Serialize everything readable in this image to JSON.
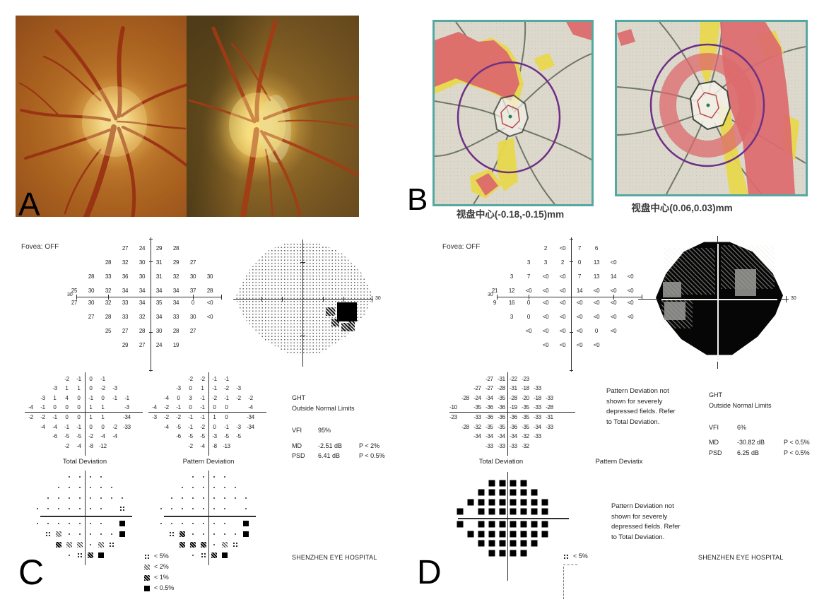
{
  "panels": {
    "A": {
      "label": "A",
      "description": "Color fundus photographs of right and left optic discs"
    },
    "B": {
      "label": "B",
      "caption_left": "视盘中心(-0.18,-0.15)mm",
      "caption_right": "视盘中心(0.06,0.03)mm",
      "description": "Optic disc topography / RNFL maps with red-yellow defect overlay"
    },
    "C": {
      "label": "C",
      "fovea": "Fovea: OFF",
      "axis_label": "30",
      "total_deviation_label": "Total Deviation",
      "pattern_deviation_label": "Pattern Deviation",
      "stats": {
        "ght_title": "GHT",
        "ght_result": "Outside Normal Limits",
        "vfi_label": "VFI",
        "vfi_value": "95%",
        "md_label": "MD",
        "md_value": "-2.51 dB",
        "md_p": "P < 2%",
        "psd_label": "PSD",
        "psd_value": "6.41 dB",
        "psd_p": "P < 0.5%"
      },
      "legend": [
        {
          "symbol": "four-dots",
          "label": "< 5%"
        },
        {
          "symbol": "light-hatch",
          "label": "< 2%"
        },
        {
          "symbol": "dark-hatch",
          "label": "< 1%"
        },
        {
          "symbol": "solid-black",
          "label": "< 0.5%"
        }
      ],
      "hospital": "SHENZHEN EYE HOSPITAL"
    },
    "D": {
      "label": "D",
      "fovea": "Fovea: OFF",
      "axis_label": "30",
      "total_deviation_label": "Total Deviation",
      "pattern_deviation_label": "Pattern Deviatix",
      "note_lines": [
        "Pattern Deviation not",
        "shown for severely",
        "depressed fields. Refer",
        "to Total Deviation."
      ],
      "stats": {
        "ght_title": "GHT",
        "ght_result": "Outside Normal Limits",
        "vfi_label": "VFI",
        "vfi_value": "6%",
        "md_label": "MD",
        "md_value": "-30.82 dB",
        "md_p": "P < 0.5%",
        "psd_label": "PSD",
        "psd_value": "6.25 dB",
        "psd_p": "P < 0.5%"
      },
      "legend": [
        {
          "symbol": "four-dots",
          "label": "< 5%"
        }
      ],
      "hospital": "SHENZHEN EYE HOSPITAL"
    }
  },
  "colors": {
    "frame_teal": "#55a8a2",
    "overlay_red": "#dc6a6c",
    "overlay_yellow": "#e8d84e",
    "circle_purple": "#6d2f86",
    "fundus_orange": "#b06a24",
    "disc_yellow": "#f6e096"
  },
  "chart_data": [
    {
      "id": "panel_C_visual_field",
      "type": "heatmap",
      "title": "Humphrey 24-2 visual field printout (Panel C)",
      "fovea": "OFF",
      "axis_range_deg": 30,
      "stats": {
        "ght": "Outside Normal Limits",
        "vfi": "95%",
        "md": "-2.51 dB P < 2%",
        "psd": "6.41 dB P < 0.5%"
      },
      "probability_codes": {
        "n": "within normal",
        "5": "p < 5%",
        "2": "p < 2%",
        "1": "p < 1%",
        "0": "p < 0.5%"
      },
      "greyscale_defect": "dense dark defect just below the horizontal meridian at the temporal (right) edge; remainder of field lightly stippled",
      "grids": {
        "threshold": [
          [
            null,
            null,
            null,
            "27",
            "24",
            "29",
            "28",
            null,
            null
          ],
          [
            null,
            null,
            "28",
            "32",
            "30",
            "31",
            "29",
            "27",
            null
          ],
          [
            null,
            "28",
            "33",
            "36",
            "30",
            "31",
            "32",
            "30",
            "30"
          ],
          [
            "25",
            "30",
            "32",
            "34",
            "34",
            "34",
            "34",
            "37",
            "28"
          ],
          [
            "27",
            "30",
            "32",
            "33",
            "34",
            "35",
            "34",
            "0",
            "<0"
          ],
          [
            null,
            "27",
            "28",
            "33",
            "32",
            "34",
            "33",
            "30",
            "<0"
          ],
          [
            null,
            null,
            "25",
            "27",
            "28",
            "30",
            "28",
            "27",
            null
          ],
          [
            null,
            null,
            null,
            "29",
            "27",
            "24",
            "19",
            null,
            null
          ]
        ],
        "total_deviation": [
          [
            null,
            null,
            null,
            "-2",
            "-1",
            "0",
            "-1",
            null,
            null
          ],
          [
            null,
            null,
            "-3",
            "1",
            "1",
            "0",
            "-2",
            "-3",
            null
          ],
          [
            null,
            "-3",
            "1",
            "4",
            "0",
            "-1",
            "0",
            "-1",
            "-1"
          ],
          [
            "-4",
            "-1",
            "0",
            "0",
            "0",
            "1",
            "1",
            null,
            "-3"
          ],
          [
            "-2",
            "-2",
            "-1",
            "0",
            "0",
            "1",
            "1",
            null,
            "-34"
          ],
          [
            null,
            "-4",
            "-4",
            "-1",
            "-1",
            "0",
            "0",
            "-2",
            "-33"
          ],
          [
            null,
            null,
            "-6",
            "-5",
            "-5",
            "-2",
            "-4",
            "-4",
            null
          ],
          [
            null,
            null,
            null,
            "-2",
            "-4",
            "-8",
            "-12",
            null,
            null
          ]
        ],
        "pattern_deviation": [
          [
            null,
            null,
            null,
            "-2",
            "-2",
            "-1",
            "-1",
            null,
            null
          ],
          [
            null,
            null,
            "-3",
            "0",
            "1",
            "-1",
            "-2",
            "-3",
            null
          ],
          [
            null,
            "-4",
            "0",
            "3",
            "-1",
            "-2",
            "-1",
            "-2",
            "-2"
          ],
          [
            "-4",
            "-2",
            "-1",
            "0",
            "-1",
            "0",
            "0",
            null,
            "-4"
          ],
          [
            "-3",
            "-2",
            "-2",
            "-1",
            "-1",
            "1",
            "0",
            null,
            "-34"
          ],
          [
            null,
            "-4",
            "-5",
            "-1",
            "-2",
            "0",
            "-1",
            "-3",
            "-34"
          ],
          [
            null,
            null,
            "-6",
            "-5",
            "-5",
            "-3",
            "-5",
            "-5",
            null
          ],
          [
            null,
            null,
            null,
            "-2",
            "-4",
            "-8",
            "-13",
            null,
            null
          ]
        ],
        "total_deviation_probability": [
          [
            null,
            null,
            null,
            "n",
            "n",
            "n",
            "n",
            null,
            null
          ],
          [
            null,
            null,
            "n",
            "n",
            "n",
            "n",
            "n",
            "n",
            null
          ],
          [
            null,
            "n",
            "n",
            "n",
            "n",
            "n",
            "n",
            "n",
            "n"
          ],
          [
            "n",
            "n",
            "n",
            "n",
            "n",
            "n",
            "n",
            null,
            "5"
          ],
          [
            "n",
            "n",
            "n",
            "n",
            "n",
            "n",
            "n",
            null,
            "0"
          ],
          [
            null,
            "5",
            "2",
            "n",
            "n",
            "n",
            "n",
            "n",
            "0"
          ],
          [
            null,
            null,
            "1",
            "2",
            "2",
            "n",
            "2",
            "5",
            null
          ],
          [
            null,
            null,
            null,
            "n",
            "5",
            "1",
            "0",
            null,
            null
          ]
        ],
        "pattern_deviation_probability": [
          [
            null,
            null,
            null,
            "n",
            "n",
            "n",
            "n",
            null,
            null
          ],
          [
            null,
            null,
            "n",
            "n",
            "n",
            "n",
            "n",
            "n",
            null
          ],
          [
            null,
            "n",
            "n",
            "n",
            "n",
            "n",
            "n",
            "n",
            "n"
          ],
          [
            "n",
            "n",
            "n",
            "n",
            "n",
            "n",
            "n",
            null,
            "n"
          ],
          [
            "n",
            "n",
            "n",
            "n",
            "n",
            "n",
            "n",
            null,
            "0"
          ],
          [
            null,
            "5",
            "1",
            "n",
            "n",
            "n",
            "n",
            "n",
            "0"
          ],
          [
            null,
            null,
            "1",
            "1",
            "1",
            "n",
            "2",
            "5",
            null
          ],
          [
            null,
            null,
            null,
            "n",
            "5",
            "1",
            "0",
            null,
            null
          ]
        ]
      }
    },
    {
      "id": "panel_D_visual_field",
      "type": "heatmap",
      "title": "Humphrey 24-2 visual field printout (Panel D)",
      "fovea": "OFF",
      "axis_range_deg": 30,
      "stats": {
        "ght": "Outside Normal Limits",
        "vfi": "6%",
        "md": "-30.82 dB P < 0.5%",
        "psd": "6.25 dB P < 0.5%"
      },
      "probability_codes": {
        "0": "p < 0.5%"
      },
      "greyscale_defect": "near-total black field; patchy grey/dithered sparing superonasally and around upper vertical meridian",
      "grids": {
        "threshold": [
          [
            null,
            null,
            null,
            "2",
            "<0",
            "7",
            "6",
            null,
            null
          ],
          [
            null,
            null,
            "3",
            "3",
            "2",
            "0",
            "13",
            "<0",
            null
          ],
          [
            null,
            "3",
            "7",
            "<0",
            "<0",
            "7",
            "13",
            "14",
            "<0"
          ],
          [
            "21",
            "12",
            "<0",
            "<0",
            "<0",
            "14",
            "<0",
            "<0",
            "<0"
          ],
          [
            "9",
            "16",
            "0",
            "<0",
            "<0",
            "<0",
            "<0",
            "<0",
            "<0"
          ],
          [
            null,
            "3",
            "0",
            "<0",
            "<0",
            "<0",
            "<0",
            "<0",
            "<0"
          ],
          [
            null,
            null,
            "<0",
            "<0",
            "<0",
            "<0",
            "0",
            "<0",
            null
          ],
          [
            null,
            null,
            null,
            "<0",
            "<0",
            "<0",
            "<0",
            null,
            null
          ]
        ],
        "total_deviation": [
          [
            null,
            null,
            null,
            "-27",
            "-31",
            "-22",
            "-23",
            null,
            null
          ],
          [
            null,
            null,
            "-27",
            "-27",
            "-28",
            "-31",
            "-18",
            "-33",
            null
          ],
          [
            null,
            "-28",
            "-24",
            "-34",
            "-35",
            "-28",
            "-20",
            "-18",
            "-33"
          ],
          [
            "-10",
            null,
            "-35",
            "-36",
            "-36",
            "-19",
            "-35",
            "-33",
            "-28"
          ],
          [
            "-23",
            null,
            "-33",
            "-36",
            "-36",
            "-36",
            "-35",
            "-33",
            "-31"
          ],
          [
            null,
            "-28",
            "-32",
            "-35",
            "-35",
            "-36",
            "-35",
            "-34",
            "-33"
          ],
          [
            null,
            null,
            "-34",
            "-34",
            "-34",
            "-34",
            "-32",
            "-33",
            null
          ],
          [
            null,
            null,
            null,
            "-33",
            "-33",
            "-33",
            "-32",
            null,
            null
          ]
        ],
        "total_deviation_probability": [
          [
            null,
            null,
            null,
            "0",
            "0",
            "0",
            "0",
            null,
            null
          ],
          [
            null,
            null,
            "0",
            "0",
            "0",
            "0",
            "0",
            "0",
            null
          ],
          [
            null,
            "0",
            "0",
            "0",
            "0",
            "0",
            "0",
            "0",
            "0"
          ],
          [
            "0",
            null,
            "0",
            "0",
            "0",
            "0",
            "0",
            "0",
            "0"
          ],
          [
            "0",
            null,
            "0",
            "0",
            "0",
            "0",
            "0",
            "0",
            "0"
          ],
          [
            null,
            "0",
            "0",
            "0",
            "0",
            "0",
            "0",
            "0",
            "0"
          ],
          [
            null,
            null,
            "0",
            "0",
            "0",
            "0",
            "0",
            "0",
            null
          ],
          [
            null,
            null,
            null,
            "0",
            "0",
            "0",
            "0",
            null,
            null
          ]
        ]
      }
    }
  ]
}
